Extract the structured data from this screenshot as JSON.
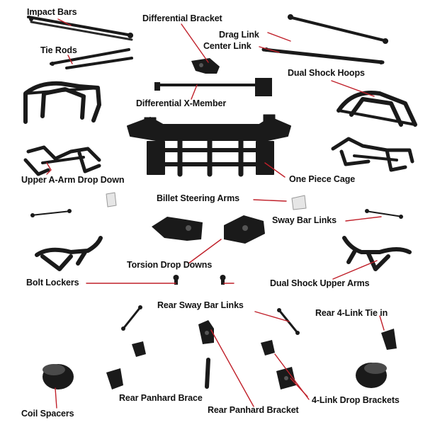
{
  "labels": {
    "impact_bars": "Impact Bars",
    "differential_bracket": "Differential Bracket",
    "drag_link": "Drag Link",
    "center_link": "Center Link",
    "tie_rods": "Tie Rods",
    "dual_shock_hoops": "Dual Shock Hoops",
    "differential_x_member": "Differential X-Member",
    "upper_a_arm_drop_down": "Upper A-Arm Drop Down",
    "one_piece_cage": "One Piece Cage",
    "billet_steering_arms": "Billet Steering Arms",
    "sway_bar_links": "Sway Bar Links",
    "torsion_drop_downs": "Torsion Drop Downs",
    "bolt_lockers": "Bolt Lockers",
    "dual_shock_upper_arms": "Dual Shock Upper Arms",
    "rear_sway_bar_links": "Rear Sway Bar Links",
    "rear_4_link_tie_in": "Rear 4-Link Tie in",
    "rear_panhard_brace": "Rear Panhard Brace",
    "rear_panhard_bracket": "Rear Panhard Bracket",
    "four_link_drop_brackets": "4-Link Drop Brackets",
    "coil_spacers": "Coil Spacers"
  },
  "colors": {
    "leader_line": "#c0202a",
    "part": "#1a1a1a",
    "part_highlight": "#4a4a4a",
    "part_light": "#e6e6e6",
    "label_text": "#111111"
  }
}
